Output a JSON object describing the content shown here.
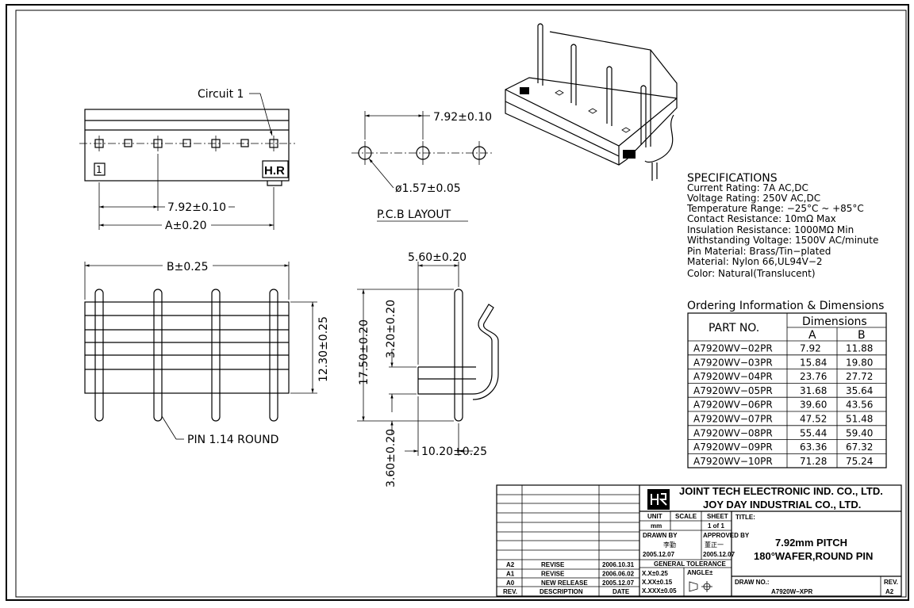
{
  "top_view": {
    "circuit_label": "Circuit 1",
    "pitch_dim": "7.92±0.10",
    "a_dim": "A±0.20",
    "marker_digit": "1",
    "brand_mark": "H.R"
  },
  "pcb": {
    "pitch_dim": "7.92±0.10",
    "hole_dim": "ø1.57±0.05",
    "title": "P.C.B LAYOUT"
  },
  "front_view": {
    "b_dim": "B±0.25",
    "height_dim": "12.30±0.25",
    "pin_note": "PIN 1.14 ROUND"
  },
  "side_view": {
    "width_dim": "5.60±0.20",
    "total_dim": "17.50±0.20",
    "upper_dim": "3.20±0.20",
    "lower_dim": "3.60±0.20",
    "depth_dim": "10.20±0.25"
  },
  "specifications": {
    "heading": "SPECIFICATIONS",
    "lines": [
      "Current Rating: 7A AC,DC",
      "Voltage Rating: 250V AC,DC",
      "Temperature Range: −25°C ~ +85°C",
      "Contact Resistance: 10mΩ Max",
      "Insulation Resistance: 1000MΩ Min",
      "Withstanding Voltage: 1500V AC/minute",
      "Pin Material: Brass/Tin−plated",
      "Material: Nylon 66,UL94V−2",
      "Color: Natural(Translucent)"
    ]
  },
  "ordering": {
    "heading": "Ordering Information & Dimensions",
    "col_part": "PART NO.",
    "col_dims": "Dimensions",
    "col_a": "A",
    "col_b": "B",
    "rows": [
      {
        "part": "A7920WV−02PR",
        "a": "7.92",
        "b": "11.88"
      },
      {
        "part": "A7920WV−03PR",
        "a": "15.84",
        "b": "19.80"
      },
      {
        "part": "A7920WV−04PR",
        "a": "23.76",
        "b": "27.72"
      },
      {
        "part": "A7920WV−05PR",
        "a": "31.68",
        "b": "35.64"
      },
      {
        "part": "A7920WV−06PR",
        "a": "39.60",
        "b": "43.56"
      },
      {
        "part": "A7920WV−07PR",
        "a": "47.52",
        "b": "51.48"
      },
      {
        "part": "A7920WV−08PR",
        "a": "55.44",
        "b": "59.40"
      },
      {
        "part": "A7920WV−09PR",
        "a": "63.36",
        "b": "67.32"
      },
      {
        "part": "A7920WV−10PR",
        "a": "71.28",
        "b": "75.24"
      }
    ]
  },
  "title_block": {
    "company1": "JOINT TECH ELECTRONIC IND. CO., LTD.",
    "company2": "JOY DAY INDUSTRIAL CO., LTD.",
    "unit_label": "UNIT",
    "unit_value": "mm",
    "scale_label": "SCALE",
    "scale_value": "",
    "sheet_label": "SHEET",
    "sheet_value": "1 of 1",
    "drawn_label": "DRAWN BY",
    "drawn_name": "李勤",
    "drawn_date": "2005.12.07",
    "approved_label": "APPROVED BY",
    "approved_name": "董正一",
    "approved_date": "2005.12.07",
    "tol_label": "GENERAL TOLERANCE",
    "tol_x1": "X.X±0.25",
    "tol_x2": "X.XX±0.15",
    "tol_x3": "X.XXX±0.05",
    "angle_label": "ANGLE±",
    "title_label": "TITLE:",
    "title1": "7.92mm PITCH",
    "title2": "180°WAFER,ROUND PIN",
    "drawno_label": "DRAW NO.:",
    "drawno": "A7920W−XPR",
    "rev_label": "REV.",
    "rev_value": "A2",
    "hdr_rev": "REV.",
    "hdr_desc": "DESCRIPTION",
    "hdr_date": "DATE",
    "revisions": [
      {
        "rev": "A2",
        "desc": "REVISE",
        "date": "2006.10.31"
      },
      {
        "rev": "A1",
        "desc": "REVISE",
        "date": "2006.06.02"
      },
      {
        "rev": "A0",
        "desc": "NEW RELEASE",
        "date": "2005.12.07"
      }
    ]
  }
}
